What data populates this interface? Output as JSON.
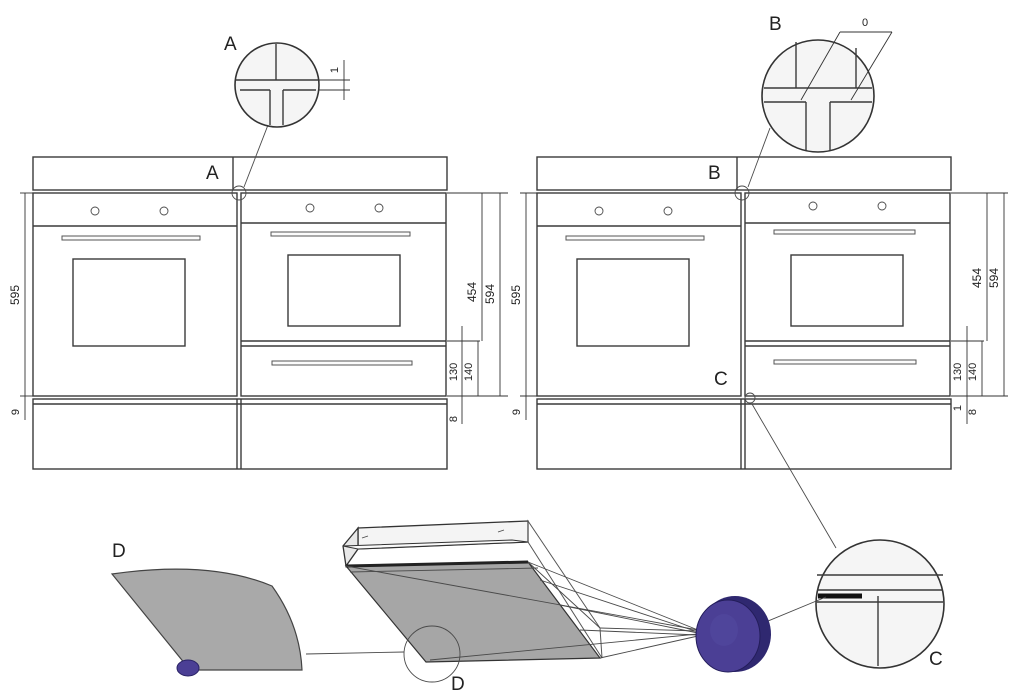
{
  "labels": {
    "detail_a": "A",
    "detail_b": "B",
    "detail_c": "C",
    "detail_d": "D"
  },
  "dimensions": {
    "gap_a": "1",
    "gap_b": "0",
    "d595": "595",
    "d9": "9",
    "d454": "454",
    "d594": "594",
    "d130": "130",
    "d140": "140",
    "d8": "8",
    "d1": "1"
  },
  "colors": {
    "line": "#3a3a3a",
    "shade": "#a9a9a9",
    "knob": "#4b3f95",
    "knob_dark": "#2f2870"
  }
}
